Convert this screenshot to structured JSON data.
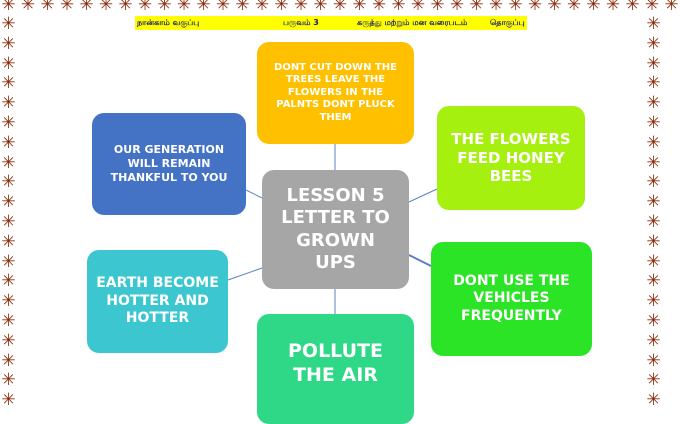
{
  "border": {
    "icon": "asterisk-flower-icon",
    "color": "#8B2A0A"
  },
  "header": {
    "background": "#ffff00",
    "parts": [
      "நான்காம் வகுப்பு",
      "பருவம் 3",
      "கருத்து மற்றும் மன வரைபடம்",
      "தொகுப்பு"
    ]
  },
  "mindmap": {
    "center": {
      "text": "LESSON 5 LETTER TO GROWN UPS",
      "color": "#a6a6a6"
    },
    "nodes": [
      {
        "text": "DONT CUT DOWN THE TREES LEAVE THE FLOWERS IN THE PALNTS DONT PLUCK THEM",
        "color": "#ffc000"
      },
      {
        "text": "THE FLOWERS FEED HONEY BEES",
        "color": "#a6f00f"
      },
      {
        "text": "DONT USE THE VEHICLES FREQUENTLY",
        "color": "#2be425"
      },
      {
        "text": "POLLUTE THE AIR",
        "color": "#2ed886"
      },
      {
        "text": "EARTH BECOME HOTTER AND HOTTER",
        "color": "#3cc6d0"
      },
      {
        "text": "OUR GENERATION WILL REMAIN THANKFUL TO YOU",
        "color": "#4472c4"
      }
    ],
    "line_color": "#5b7fc7"
  }
}
